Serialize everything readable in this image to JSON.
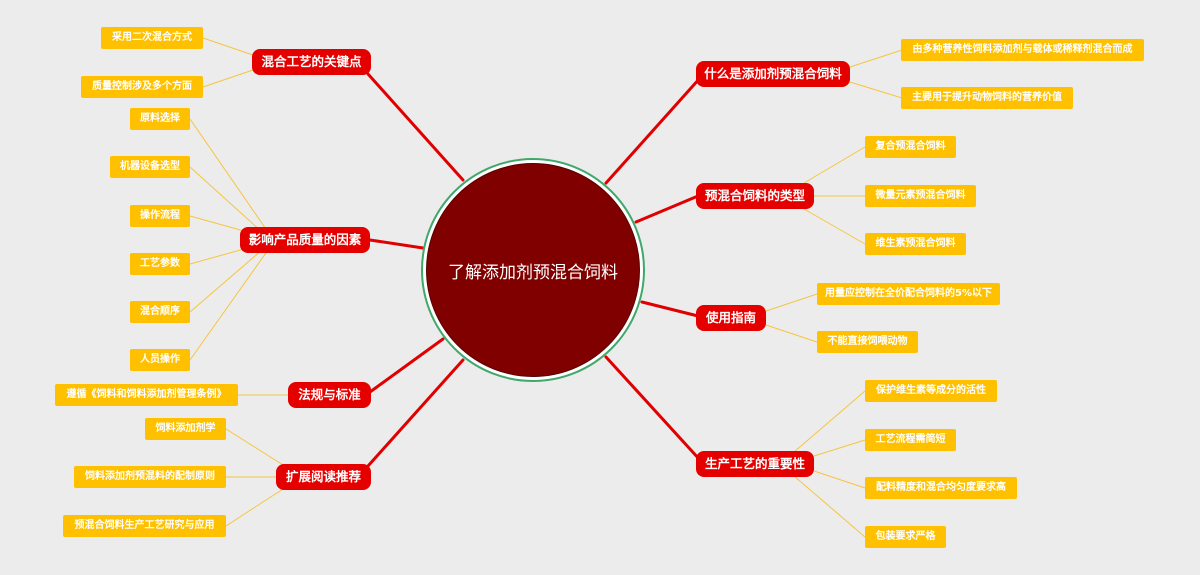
{
  "colors": {
    "background": "#ececec",
    "center_fill": "#800000",
    "center_ring": "#3fa86a",
    "branch_fill": "#e50000",
    "branch_line": "#e00000",
    "leaf_fill": "#ffc000",
    "leaf_line": "#f5c542",
    "text": "#ffffff"
  },
  "center": {
    "label": "了解添加剂预混合饲料"
  },
  "left_branches": [
    {
      "label": "混合工艺的关键点",
      "children": [
        "采用二次混合方式",
        "质量控制涉及多个方面"
      ]
    },
    {
      "label": "影响产品质量的因素",
      "children": [
        "原料选择",
        "机器设备选型",
        "操作流程",
        "工艺参数",
        "混合顺序",
        "人员操作"
      ]
    },
    {
      "label": "法规与标准",
      "children": [
        "遵循《饲料和饲料添加剂管理条例》"
      ]
    },
    {
      "label": "扩展阅读推荐",
      "children": [
        "饲料添加剂学",
        "饲料添加剂预混料的配制原则",
        "预混合饲料生产工艺研究与应用"
      ]
    }
  ],
  "right_branches": [
    {
      "label": "什么是添加剂预混合饲料",
      "children": [
        "由多种营养性饲料添加剂与载体或稀释剂混合而成",
        "主要用于提升动物饲料的营养价值"
      ]
    },
    {
      "label": "预混合饲料的类型",
      "children": [
        "复合预混合饲料",
        "微量元素预混合饲料",
        "维生素预混合饲料"
      ]
    },
    {
      "label": "使用指南",
      "children": [
        "用量应控制在全价配合饲料的5%以下",
        "不能直接饲喂动物"
      ]
    },
    {
      "label": "生产工艺的重要性",
      "children": [
        "保护维生素等成分的活性",
        "工艺流程需简短",
        "配料精度和混合均匀度要求高",
        "包装要求严格"
      ]
    }
  ]
}
